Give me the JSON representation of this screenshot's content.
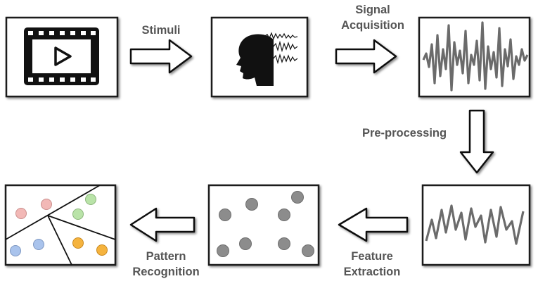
{
  "colors": {
    "frame": "#1a1a1a",
    "frame_shadow": "#9a9a9a",
    "label_text": "#555555",
    "signal": "#6b6b6b",
    "feature_dot": "#8c8c8c",
    "class_red": "#f2b8b6",
    "class_green": "#b9e3a8",
    "class_blue": "#a9c3ec",
    "class_orange": "#f5b33e"
  },
  "steps": [
    {
      "id": "stimuli",
      "label_lines": [
        "Stimuli"
      ],
      "icon": "film-icon"
    },
    {
      "id": "signal-acquisition",
      "label_lines": [
        "Signal",
        "Acquisition"
      ],
      "icon": "head-electrodes-icon"
    },
    {
      "id": "pre-processing",
      "label_lines": [
        "Pre-processing"
      ],
      "icon": "raw-signal-waveform"
    },
    {
      "id": "feature-extraction",
      "label_lines": [
        "Feature",
        "Extraction"
      ],
      "icon": "clean-signal-waveform"
    },
    {
      "id": "pattern-recognition",
      "label_lines": [
        "Pattern",
        "Recognition"
      ],
      "icon": "feature-points"
    },
    {
      "id": "classification",
      "label_lines": [],
      "icon": "classified-points"
    }
  ]
}
